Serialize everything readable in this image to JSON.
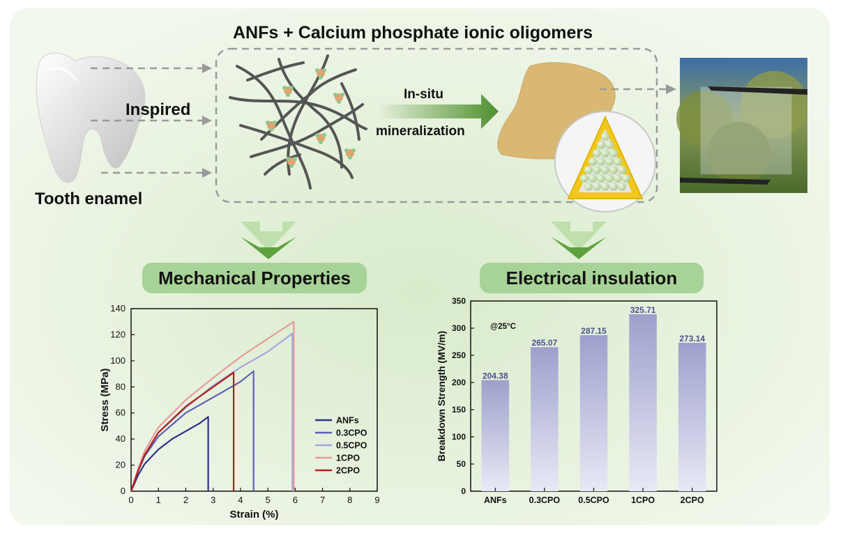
{
  "title": "ANFs + Calcium phosphate ionic oligomers",
  "labels": {
    "inspired": "Inspired",
    "tooth": "Tooth enamel",
    "insitu_line1": "In-situ",
    "insitu_line2": "mineralization"
  },
  "sections": {
    "mechanical": "Mechanical Properties",
    "electrical": "Electrical insulation"
  },
  "colors": {
    "panel_green": "#e3efd8",
    "pill_green": "#a8d398",
    "arrow_green": "#5a9a3a",
    "film_tan": "#d9b873",
    "fiber": "#555555",
    "bar": "#9ea0cc"
  },
  "chart_data": [
    {
      "type": "line",
      "xlabel": "Strain (%)",
      "ylabel": "Stress (MPa)",
      "xlim": [
        0,
        9
      ],
      "ylim": [
        0,
        140
      ],
      "xticks": [
        "0",
        "1",
        "2",
        "3",
        "4",
        "5",
        "6",
        "7",
        "8",
        "9"
      ],
      "yticks": [
        "0",
        "20",
        "40",
        "60",
        "80",
        "100",
        "120",
        "140"
      ],
      "legend_position": "bottom-right",
      "series": [
        {
          "name": "ANFs",
          "color": "#2b2f8a",
          "x": [
            0,
            0.25,
            0.5,
            1.0,
            1.5,
            2.0,
            2.5,
            2.82,
            2.82
          ],
          "y": [
            0,
            12,
            21,
            32,
            40,
            46,
            52,
            57,
            0
          ]
        },
        {
          "name": "0.3CPO",
          "color": "#5a5fb5",
          "x": [
            0,
            0.25,
            0.5,
            1.0,
            2.0,
            3.0,
            4.0,
            4.48,
            4.48
          ],
          "y": [
            0,
            15,
            27,
            42,
            60,
            72,
            84,
            92,
            0
          ]
        },
        {
          "name": "0.5CPO",
          "color": "#a3a5dc",
          "x": [
            0,
            0.25,
            0.5,
            1.0,
            2.0,
            3.0,
            4.0,
            5.0,
            5.9,
            5.9
          ],
          "y": [
            0,
            16,
            28,
            45,
            64,
            81,
            95,
            107,
            121,
            0
          ]
        },
        {
          "name": "1CPO",
          "color": "#e89a9a",
          "x": [
            0,
            0.25,
            0.5,
            1.0,
            2.0,
            3.0,
            4.0,
            5.0,
            5.95,
            5.95
          ],
          "y": [
            0,
            17,
            31,
            49,
            70,
            87,
            103,
            117,
            130,
            0
          ]
        },
        {
          "name": "2CPO",
          "color": "#b01c1c",
          "x": [
            0,
            0.25,
            0.5,
            1.0,
            2.0,
            3.0,
            3.75,
            3.75
          ],
          "y": [
            0,
            15,
            28,
            45,
            65,
            80,
            91,
            0
          ]
        }
      ]
    },
    {
      "type": "bar",
      "ylabel": "Breakdown Strength (MV/m)",
      "ylim": [
        0,
        350
      ],
      "yticks": [
        "0",
        "50",
        "100",
        "150",
        "200",
        "250",
        "300",
        "350"
      ],
      "annotation": "@25°C",
      "categories": [
        "ANFs",
        "0.3CPO",
        "0.5CPO",
        "1CPO",
        "2CPO"
      ],
      "values": [
        204.38,
        265.07,
        287.15,
        325.71,
        273.14
      ],
      "value_labels": [
        "204.38",
        "265.07",
        "287.15",
        "325.71",
        "273.14"
      ]
    }
  ]
}
